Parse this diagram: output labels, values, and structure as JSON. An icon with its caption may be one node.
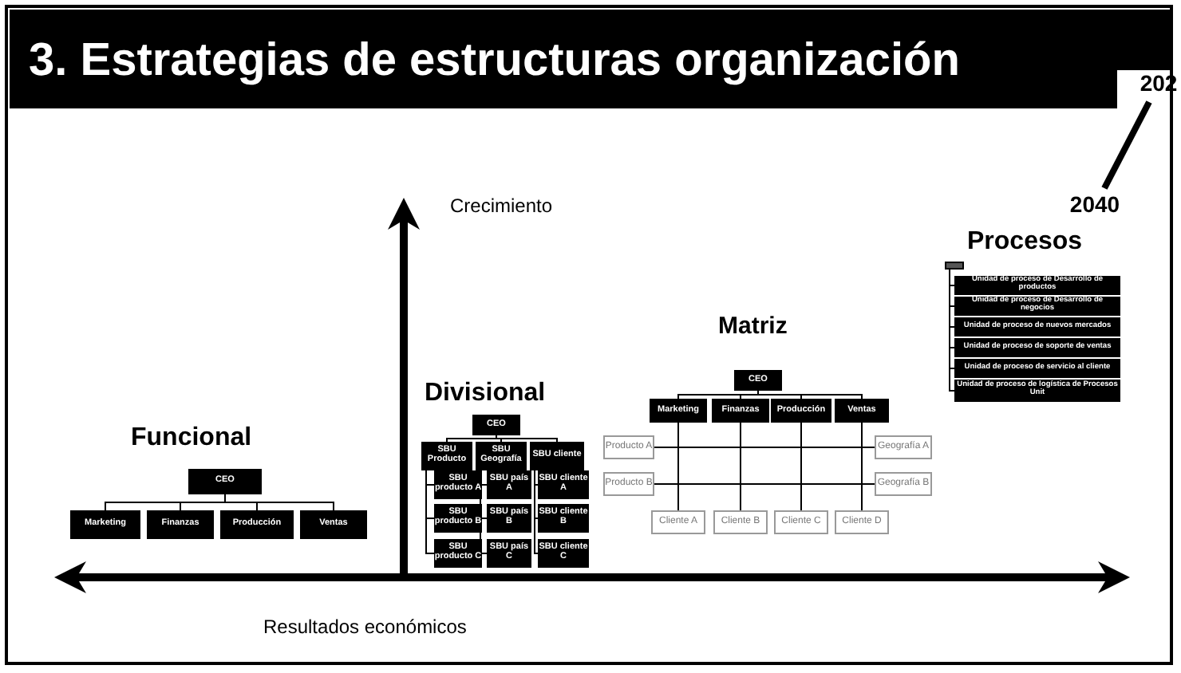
{
  "diagram": {
    "title": "3. Estrategias de estructuras organización",
    "nodes": [
      {
        "text": [
          "CEO"
        ]
      },
      {
        "text": [
          "Marketing"
        ]
      },
      {
        "text": [
          "Finanzas"
        ]
      },
      {
        "text": [
          "Producción"
        ]
      },
      {
        "text": [
          "Ventas"
        ]
      },
      {
        "text": [
          "CEO"
        ]
      },
      {
        "text": [
          "SBU Producto"
        ]
      },
      {
        "text": [
          "SBU Geografía"
        ]
      },
      {
        "text": [
          "SBU cliente"
        ]
      },
      {
        "text": [
          "SBU producto A"
        ]
      },
      {
        "text": [
          "SBU producto B"
        ]
      },
      {
        "text": [
          "SBU producto C"
        ]
      },
      {
        "text": [
          "SBU país A"
        ]
      },
      {
        "text": [
          "SBU país B"
        ]
      },
      {
        "text": [
          "SBU país C"
        ]
      },
      {
        "text": [
          "SBU cliente A"
        ]
      },
      {
        "text": [
          "SBU cliente B"
        ]
      },
      {
        "text": [
          "SBU cliente C"
        ]
      },
      {
        "text": [
          "CEO"
        ]
      },
      {
        "text": [
          "Marketing"
        ]
      },
      {
        "text": [
          "Finanzas"
        ]
      },
      {
        "text": [
          "Producción"
        ]
      },
      {
        "text": [
          "Ventas"
        ]
      },
      {
        "text": [
          "Producto A"
        ]
      },
      {
        "text": [
          "Producto B"
        ]
      },
      {
        "text": [
          "Geografía A"
        ]
      },
      {
        "text": [
          "Geografía B"
        ]
      },
      {
        "text": [
          "Cliente A"
        ]
      },
      {
        "text": [
          "Cliente B"
        ]
      },
      {
        "text": [
          "Cliente C"
        ]
      },
      {
        "text": [
          "Cliente D"
        ]
      },
      {
        "text": [],
        "shape": "box"
      },
      {
        "text": [
          "Unidad de proceso de Desarrollo de productos"
        ]
      },
      {
        "text": [
          "Unidad de proceso de Desarrollo de negocios"
        ]
      },
      {
        "text": [
          "Unidad de proceso de nuevos mercados"
        ]
      },
      {
        "text": [
          "Unidad de proceso de soporte de ventas"
        ]
      },
      {
        "text": [
          "Unidad de proceso de servicio al cliente"
        ]
      },
      {
        "text": [
          "Unidad de proceso de logística de Procesos Unit"
        ]
      },
      {
        "text": [
          "202"
        ]
      },
      {
        "text": [
          "2040"
        ]
      }
    ],
    "edges": [
      {
        "from": 0,
        "to": 1,
        "arrow": "none"
      },
      {
        "from": 0,
        "to": 2,
        "arrow": "none"
      },
      {
        "from": 0,
        "to": 3,
        "arrow": "none"
      },
      {
        "from": 0,
        "to": 4,
        "arrow": "none"
      },
      {
        "from": 5,
        "to": 6,
        "arrow": "none"
      },
      {
        "from": 5,
        "to": 7,
        "arrow": "none"
      },
      {
        "from": 5,
        "to": 8,
        "arrow": "none"
      },
      {
        "from": 6,
        "to": 9,
        "arrow": "none"
      },
      {
        "from": 6,
        "to": 10,
        "arrow": "none"
      },
      {
        "from": 6,
        "to": 11,
        "arrow": "none"
      },
      {
        "from": 7,
        "to": 12,
        "arrow": "none"
      },
      {
        "from": 7,
        "to": 13,
        "arrow": "none"
      },
      {
        "from": 7,
        "to": 14,
        "arrow": "none"
      },
      {
        "from": 8,
        "to": 15,
        "arrow": "none"
      },
      {
        "from": 8,
        "to": 16,
        "arrow": "none"
      },
      {
        "from": 8,
        "to": 17,
        "arrow": "none"
      },
      {
        "from": 18,
        "to": 19,
        "arrow": "none"
      },
      {
        "from": 18,
        "to": 20,
        "arrow": "none"
      },
      {
        "from": 18,
        "to": 21,
        "arrow": "none"
      },
      {
        "from": 18,
        "to": 22,
        "arrow": "none"
      },
      {
        "from": 19,
        "to": 27,
        "arrow": "none"
      },
      {
        "from": 20,
        "to": 28,
        "arrow": "none"
      },
      {
        "from": 21,
        "to": 29,
        "arrow": "none"
      },
      {
        "from": 22,
        "to": 30,
        "arrow": "none"
      },
      {
        "from": 23,
        "to": 25,
        "arrow": "none"
      },
      {
        "from": 24,
        "to": 26,
        "arrow": "none"
      },
      {
        "from": 31,
        "to": 32,
        "arrow": "none"
      },
      {
        "from": 31,
        "to": 33,
        "arrow": "none"
      },
      {
        "from": 31,
        "to": 34,
        "arrow": "none"
      },
      {
        "from": 31,
        "to": 35,
        "arrow": "none"
      },
      {
        "from": 31,
        "to": 36,
        "arrow": "none"
      },
      {
        "from": 31,
        "to": 37,
        "arrow": "none"
      },
      {
        "from": 38,
        "to": 39,
        "arrow": "none",
        "style": "thick"
      }
    ],
    "labels": [
      "Crecimiento",
      "Resultados económicos",
      "Funcional",
      "Divisional",
      "Matriz",
      "Procesos"
    ]
  }
}
